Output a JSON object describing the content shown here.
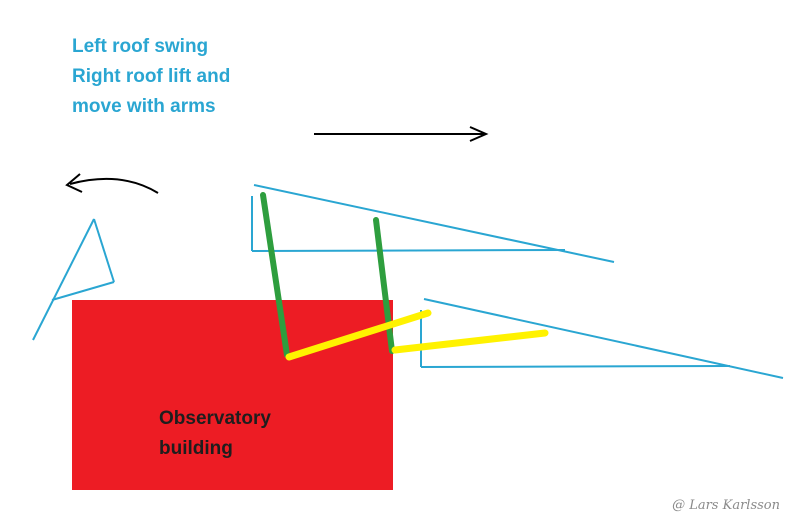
{
  "caption": {
    "line1": "Left roof swing",
    "line2": "Right roof lift and",
    "line3": "move with arms"
  },
  "building": {
    "line1": "Observatory",
    "line2": "building"
  },
  "copyright": "@ Lars Karlsson",
  "colors": {
    "caption_text": "#2aa6d2",
    "roof_outline": "#2aa6d2",
    "building_fill": "#ed1c24",
    "arm_green": "#2e9e3e",
    "arm_yellow": "#fff200",
    "arrow": "#000000"
  },
  "icons": {
    "swing_arrow": "curved-arrow-left-icon",
    "move_arrow": "arrow-right-icon"
  }
}
